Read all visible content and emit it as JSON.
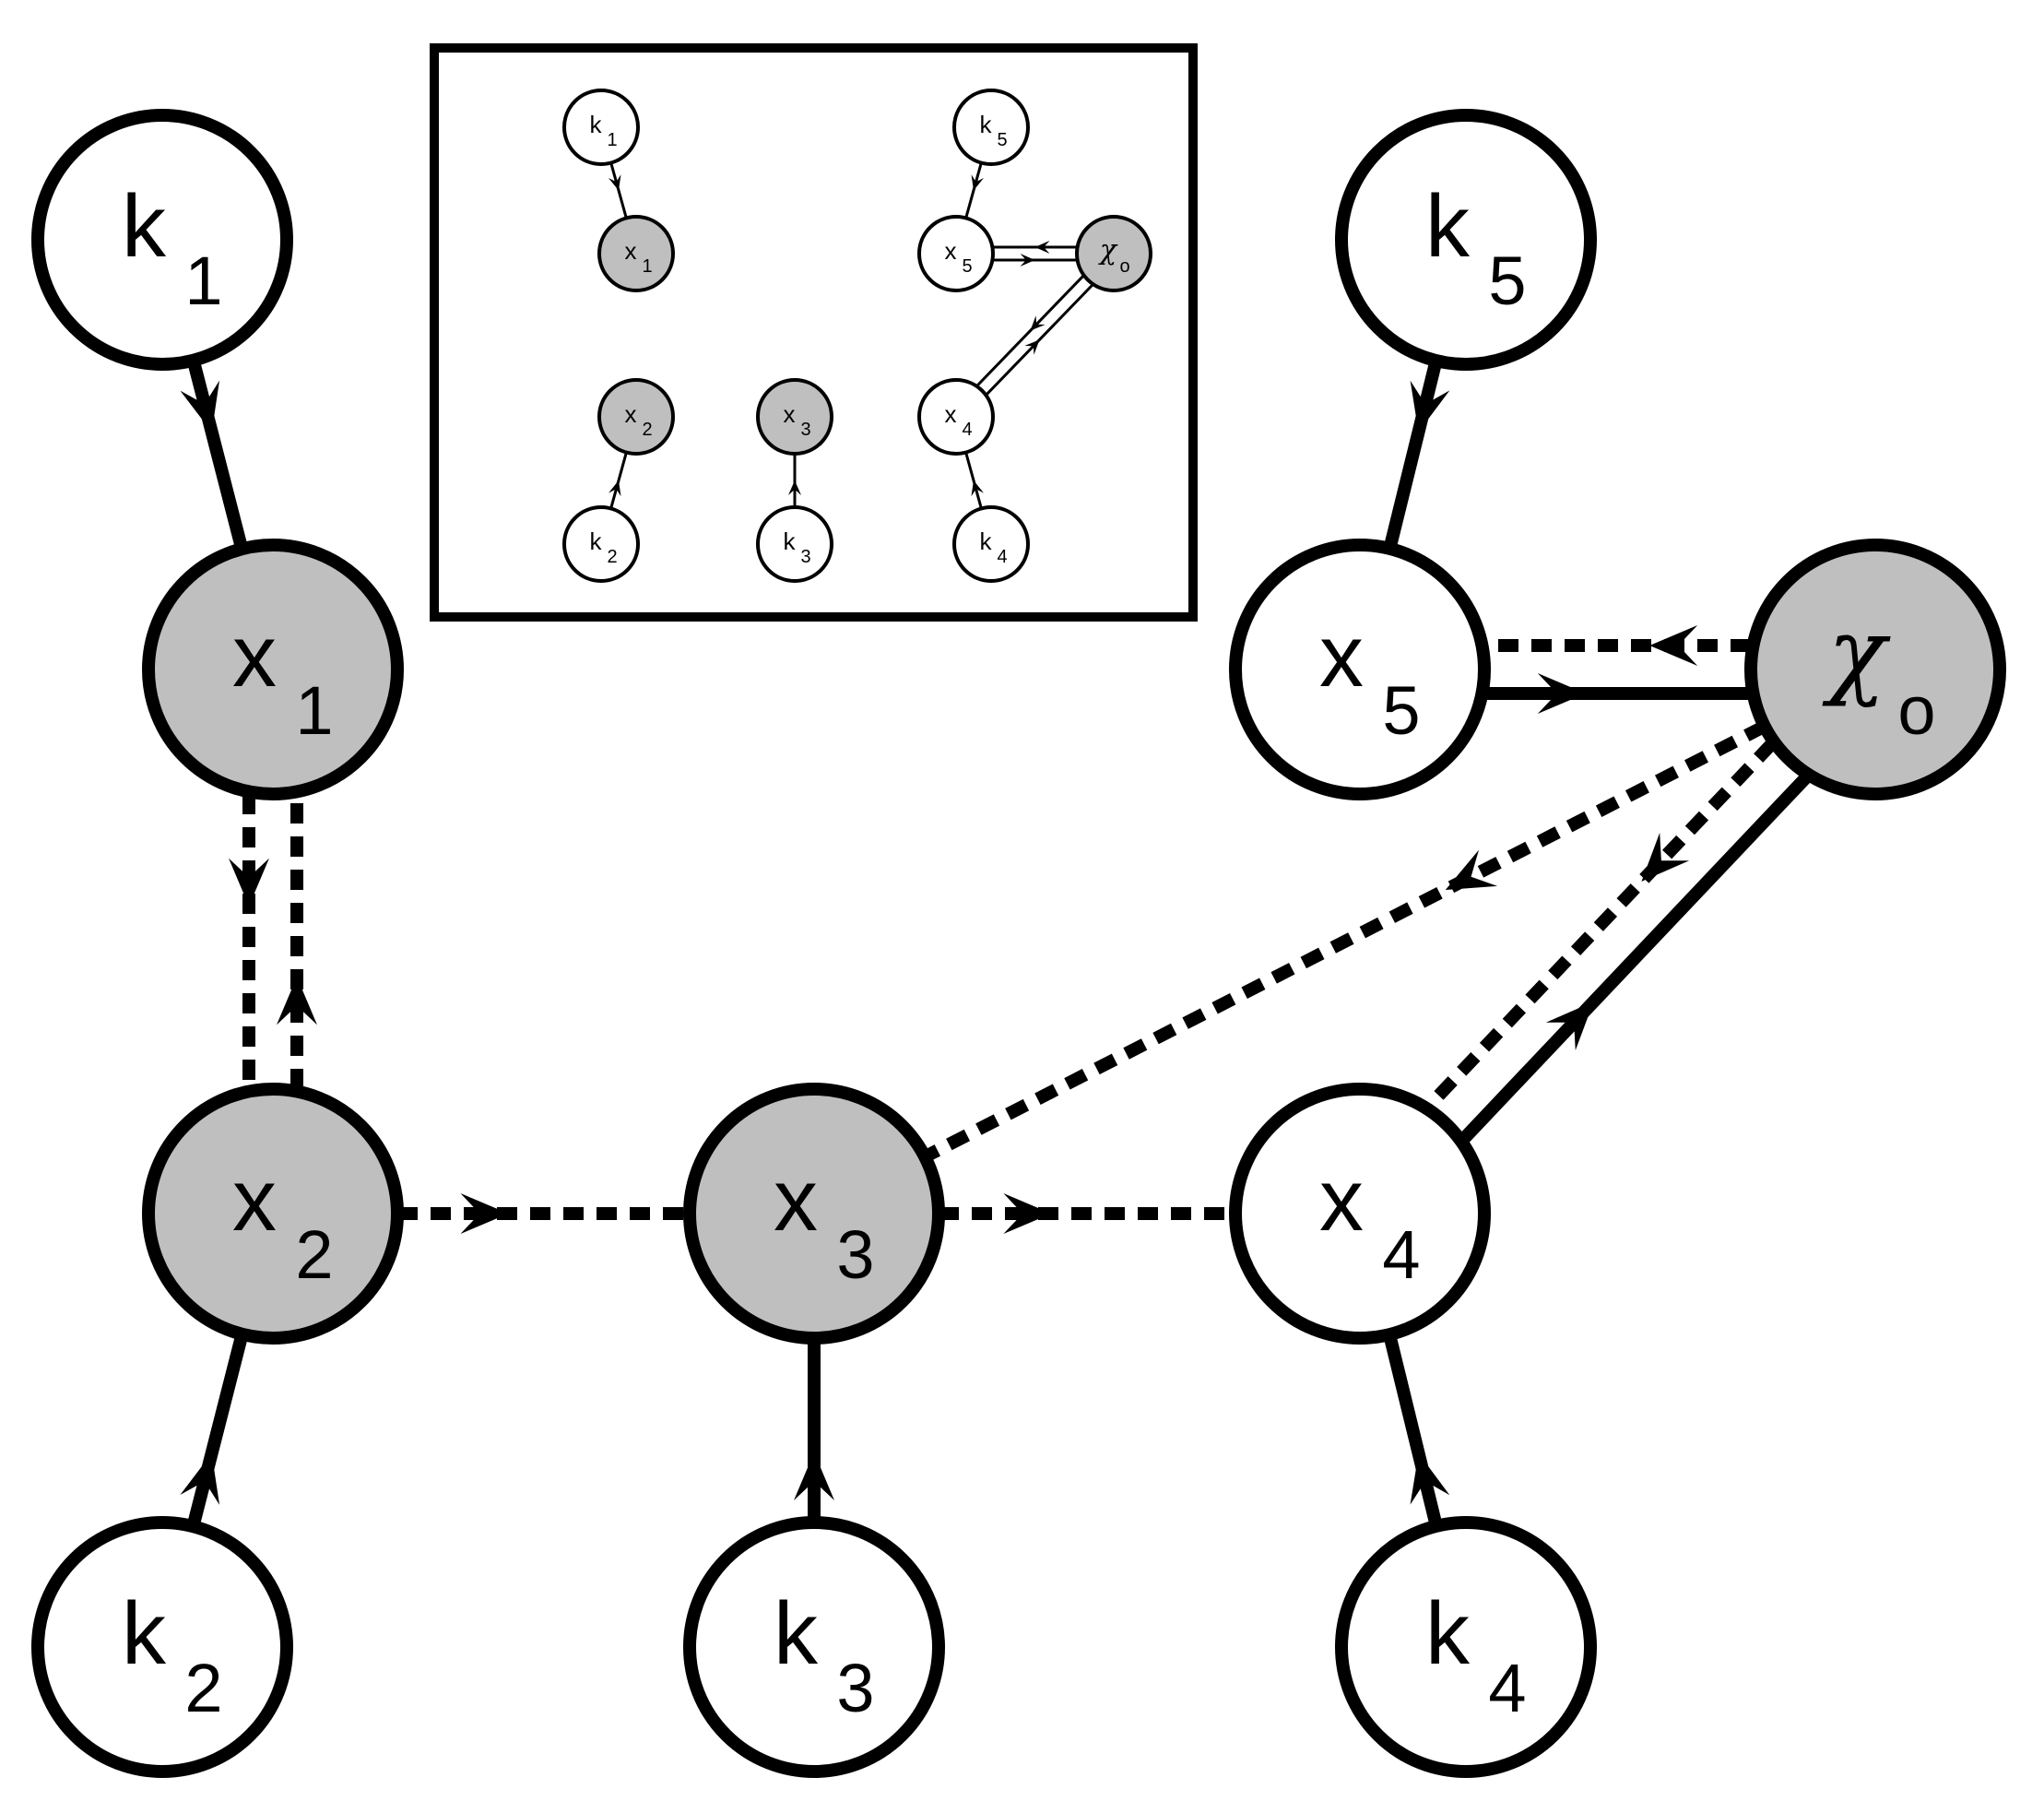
{
  "colors": {
    "stroke": "#000000",
    "node_observed": "#bfbfbf",
    "node_latent": "#ffffff",
    "background": "#ffffff"
  },
  "nodes": {
    "k1": {
      "base": "k",
      "sub": "1",
      "shaded": false
    },
    "x1": {
      "base": "x",
      "sub": "1",
      "shaded": true
    },
    "x2": {
      "base": "x",
      "sub": "2",
      "shaded": true
    },
    "k2": {
      "base": "k",
      "sub": "2",
      "shaded": false
    },
    "x3": {
      "base": "x",
      "sub": "3",
      "shaded": true
    },
    "k3": {
      "base": "k",
      "sub": "3",
      "shaded": false
    },
    "x4": {
      "base": "x",
      "sub": "4",
      "shaded": false
    },
    "k4": {
      "base": "k",
      "sub": "4",
      "shaded": false
    },
    "x5": {
      "base": "x",
      "sub": "5",
      "shaded": false
    },
    "k5": {
      "base": "k",
      "sub": "5",
      "shaded": false
    },
    "chi": {
      "base": "χ",
      "sub": "o",
      "shaded": true
    }
  },
  "edges": [
    {
      "from": "k1",
      "to": "x1",
      "style": "solid"
    },
    {
      "from": "k2",
      "to": "x2",
      "style": "solid"
    },
    {
      "from": "k3",
      "to": "x3",
      "style": "solid"
    },
    {
      "from": "k4",
      "to": "x4",
      "style": "solid"
    },
    {
      "from": "k5",
      "to": "x5",
      "style": "solid"
    },
    {
      "from": "x1",
      "to": "x2",
      "style": "dotted"
    },
    {
      "from": "x2",
      "to": "x1",
      "style": "dotted"
    },
    {
      "from": "x2",
      "to": "x3",
      "style": "dotted"
    },
    {
      "from": "x3",
      "to": "x4",
      "style": "dotted"
    },
    {
      "from": "chi",
      "to": "x3",
      "style": "dotted"
    },
    {
      "from": "chi",
      "to": "x4",
      "style": "dotted"
    },
    {
      "from": "x4",
      "to": "chi",
      "style": "solid"
    },
    {
      "from": "chi",
      "to": "x5",
      "style": "dotted"
    },
    {
      "from": "x5",
      "to": "chi",
      "style": "solid"
    }
  ],
  "inset": {
    "edges": [
      {
        "from": "k1",
        "to": "x1"
      },
      {
        "from": "k2",
        "to": "x2"
      },
      {
        "from": "k3",
        "to": "x3"
      },
      {
        "from": "k4",
        "to": "x4"
      },
      {
        "from": "k5",
        "to": "x5"
      },
      {
        "from": "x5",
        "to": "chi"
      },
      {
        "from": "chi",
        "to": "x5"
      },
      {
        "from": "x4",
        "to": "chi"
      },
      {
        "from": "chi",
        "to": "x4"
      }
    ]
  }
}
